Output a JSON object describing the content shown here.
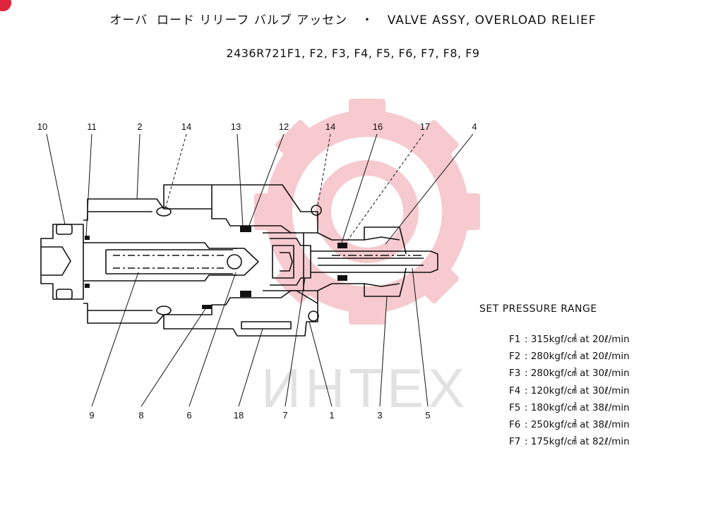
{
  "header": {
    "title_jp": "オーバ  ロード リリーフ バルブ アッセン",
    "title_sep": "・",
    "title_en": "VALVE ASSY, OVERLOAD RELIEF",
    "part_numbers": "2436R721F1,  F2,  F3,  F4,  F5,  F6,  F7,  F8,  F9"
  },
  "callouts_top": [
    "10",
    "11",
    "2",
    "14",
    "13",
    "12",
    "14",
    "16",
    "17",
    "4"
  ],
  "callouts_bottom": [
    "9",
    "8",
    "6",
    "18",
    "7",
    "1",
    "3",
    "5"
  ],
  "watermark": "ИНТЕХ",
  "colors": {
    "line": "#111111",
    "gear": "#f4b9be",
    "badge": "#e0243c"
  },
  "set_pressure": {
    "title": "SET PRESSURE RANGE",
    "items": [
      {
        "code": "F1",
        "text": ": 315kgf/㎠ at 20ℓ/min"
      },
      {
        "code": "F2",
        "text": ": 280kgf/㎠ at 20ℓ/min"
      },
      {
        "code": "F3",
        "text": ": 280kgf/㎠ at 30ℓ/min"
      },
      {
        "code": "F4",
        "text": ": 120kgf/㎠ at 30ℓ/min"
      },
      {
        "code": "F5",
        "text": ": 180kgf/㎠ at 38ℓ/min"
      },
      {
        "code": "F6",
        "text": ": 250kgf/㎠ at 38ℓ/min"
      },
      {
        "code": "F7",
        "text": ": 175kgf/㎠ at 82ℓ/min"
      }
    ]
  }
}
